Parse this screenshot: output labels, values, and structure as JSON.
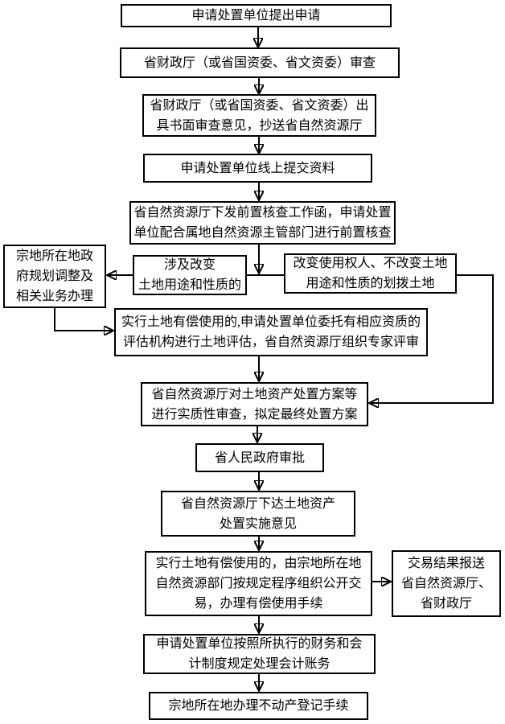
{
  "diagram": {
    "title": "",
    "line_color": "#000000",
    "box_background": "#ffffff",
    "nodes": {
      "submit_application": "申请处置单位提出申请",
      "finance_review": "省财政厅（或省国资委、省文资委）审查",
      "written_opinion": "省财政厅（或省国资委、省文资委）出\n具书面审查意见，抄送省自然资源厅",
      "online_submit": "申请处置单位线上提交资料",
      "precheck": "省自然资源厅下发前置核查工作函，申请处置\n单位配合属地自然资源主管部门进行前置核查",
      "change_use": "涉及改变\n土地用途和性质的",
      "change_owner": "改变使用权人、不改变土地\n用途和性质的划拨土地",
      "local_planning": "宗地所在地政\n府规划调整及\n相关业务办理",
      "paid_use_eval": "实行土地有偿使用的,申请处置单位委托有相应资质的\n评估机构进行土地评估，省自然资源厅组织专家评审",
      "substantive_review": "省自然资源厅对土地资产处置方案等\n进行实质性审查，拟定最终处置方案",
      "gov_approval": "省人民政府审批",
      "implementation_opinion": "省自然资源厅下达土地资产\n处置实施意见",
      "public_trade": "实行土地有偿使用的，由宗地所在地\n自然资源部门按规定程序组织公开交\n易，办理有偿使用手续",
      "trade_result": "交易结果报送\n省自然资源厅、\n省财政厅",
      "accounting": "申请处置单位按照所执行的财务和会\n计制度规定处理会计账务",
      "registration": "宗地所在地办理不动产登记手续"
    }
  }
}
